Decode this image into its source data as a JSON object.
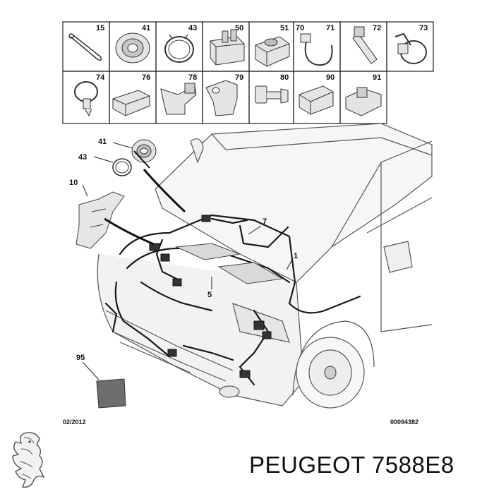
{
  "parts_grid": {
    "row1": [
      "15",
      "41",
      "43",
      "50",
      "51",
      "70",
      "71",
      "72",
      "73"
    ],
    "row2": [
      "74",
      "76",
      "78",
      "79",
      "80",
      "90",
      "91"
    ]
  },
  "callouts": {
    "c41": "41",
    "c43": "43",
    "c10": "10",
    "c7": "7",
    "c1": "1",
    "c5": "5",
    "c95": "95"
  },
  "footer": {
    "date": "02/2012",
    "ref": "00094382"
  },
  "brand_caption": "PEUGEOT 7588E8",
  "icons": [
    "lion-logo-icon"
  ]
}
